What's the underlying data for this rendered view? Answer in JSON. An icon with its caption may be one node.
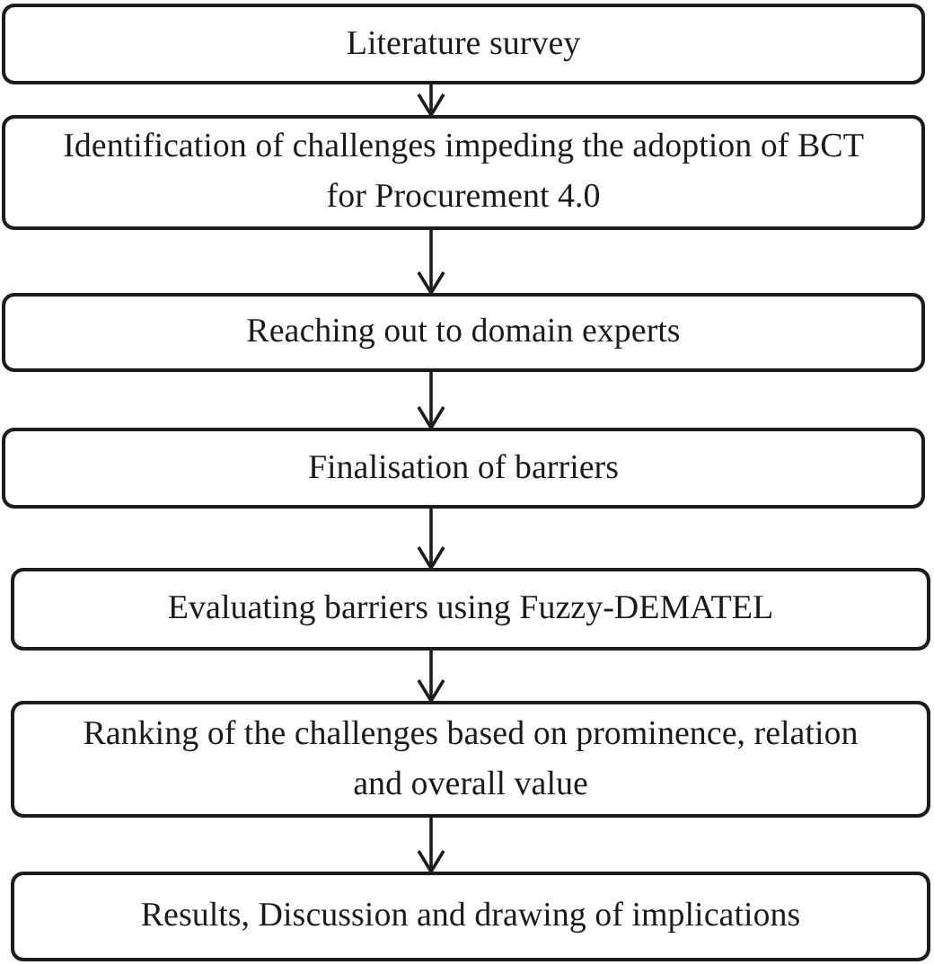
{
  "diagram": {
    "nodes": [
      {
        "text": [
          "Literature survey"
        ]
      },
      {
        "text": [
          "Identification of challenges impeding the adoption of BCT for Procurement 4.0"
        ]
      },
      {
        "text": [
          "Reaching out to domain experts"
        ]
      },
      {
        "text": [
          "Finalisation of barriers"
        ]
      },
      {
        "text": [
          "Evaluating barriers using Fuzzy-DEMATEL"
        ]
      },
      {
        "text": [
          "Ranking of the challenges based on prominence, relation and overall value"
        ]
      },
      {
        "text": [
          "Results, Discussion and drawing of implications"
        ]
      }
    ],
    "edges": [
      {
        "from": 0,
        "to": 1,
        "arrow": "to"
      },
      {
        "from": 1,
        "to": 2,
        "arrow": "to"
      },
      {
        "from": 2,
        "to": 3,
        "arrow": "to"
      },
      {
        "from": 3,
        "to": 4,
        "arrow": "to"
      },
      {
        "from": 4,
        "to": 5,
        "arrow": "to"
      },
      {
        "from": 5,
        "to": 6,
        "arrow": "to"
      }
    ]
  }
}
